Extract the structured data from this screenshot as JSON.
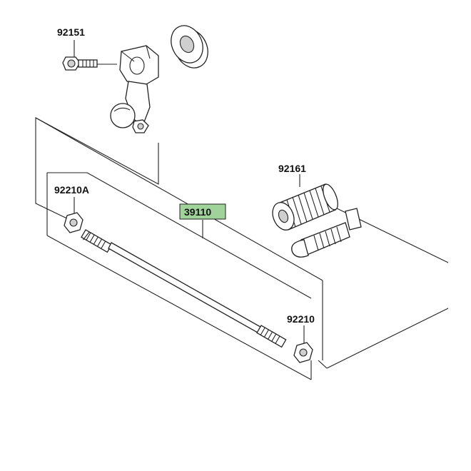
{
  "parts": [
    {
      "id": "p92151",
      "number": "92151"
    },
    {
      "id": "p92210A",
      "number": "92210A"
    },
    {
      "id": "p39110",
      "number": "39110",
      "highlight_color": "#9fd39a"
    },
    {
      "id": "p92161",
      "number": "92161"
    },
    {
      "id": "p92210",
      "number": "92210"
    }
  ]
}
